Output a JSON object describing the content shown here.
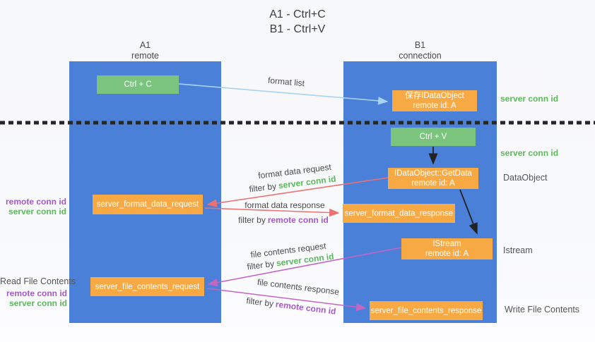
{
  "title": {
    "line1": "A1 - Ctrl+C",
    "line2": "B1 - Ctrl+V"
  },
  "lanes": {
    "left": {
      "name": "A1",
      "subtitle": "remote"
    },
    "right": {
      "name": "B1",
      "subtitle": "connection"
    }
  },
  "nodes": {
    "ctrl_c": "Ctrl + C",
    "ctrl_v": "Ctrl + V",
    "save_idataobject": {
      "line1": "保存IDataObject",
      "line2": "remote id: A"
    },
    "getdata": {
      "line1": "IDataObject::GetData",
      "line2": "remote id: A"
    },
    "istream": {
      "line1": "IStream",
      "line2": "remote id: A"
    },
    "format_request": "server_format_data_request",
    "format_response": "server_format_data_response",
    "file_request": "server_file_contents_request",
    "file_response": "server_file_contents_response"
  },
  "edge_labels": {
    "format_list": "format list",
    "format_data_request": "format data request",
    "format_data_response": "format data response",
    "file_contents_request": "file contents request",
    "file_contents_response": "file contents response",
    "filter_by": "filter by",
    "server_conn_id": "server conn id",
    "remote_conn_id": "remote conn id"
  },
  "side_labels": {
    "server_conn_id_top": "server conn id",
    "server_conn_id_mid": "server conn id",
    "dataobject": "DataObject",
    "istream": "Istream",
    "write_file_contents": "Write File Contents",
    "read_file_contents": "Read File Contents",
    "left_mid_remote": "remote conn id",
    "left_mid_server": "server conn id",
    "left_bottom_remote": "remote conn id",
    "left_bottom_server": "server conn id"
  },
  "colors": {
    "lane_blue": "#4a80d8",
    "box_green": "#7bc47e",
    "box_orange": "#f7a943",
    "arrow_salmon": "#ec7173",
    "arrow_purple": "#c266c2",
    "arrow_lightblue": "#a6d3f2",
    "arrow_black": "#222222",
    "text_green": "#5cb85c",
    "text_purple": "#a55ac8",
    "text_gray": "#555555"
  }
}
